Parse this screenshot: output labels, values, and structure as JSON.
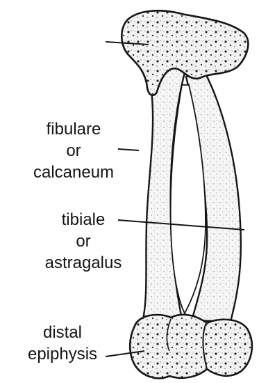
{
  "labels": {
    "fibulare": [
      "fibulare",
      "or",
      "calcaneum"
    ],
    "tibiale": [
      "tibiale",
      "or",
      "astragalus"
    ],
    "distal": [
      "distal",
      "epiphysis"
    ]
  },
  "colors": {
    "ink": "#151515",
    "bone_fill": "#f4f4f4",
    "background": "#ffffff"
  }
}
